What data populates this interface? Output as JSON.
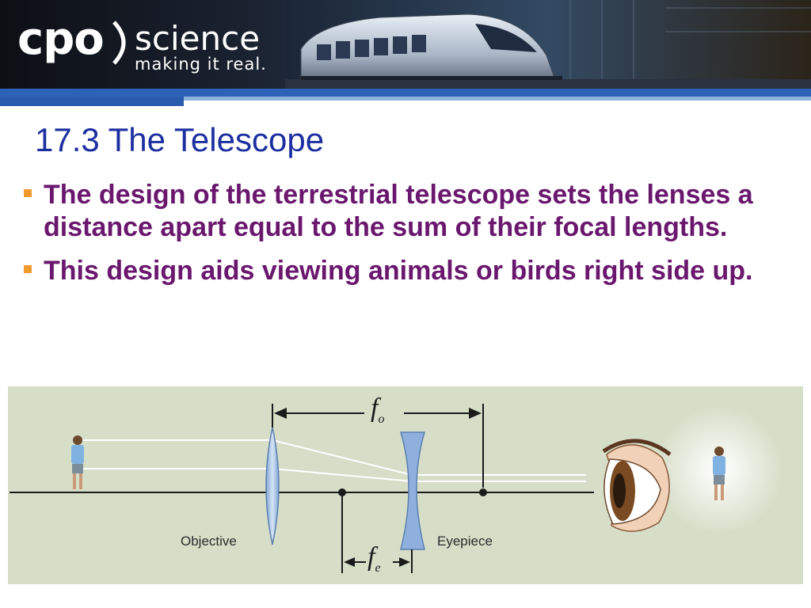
{
  "header": {
    "logo_primary": "cpo",
    "logo_secondary": "science",
    "tagline": "making it real."
  },
  "slide": {
    "title": "17.3 The Telescope",
    "bullets": [
      "The design of the terrestrial telescope sets the lenses a distance apart equal to the sum of their focal lengths.",
      "This design aids viewing animals or birds right side up."
    ]
  },
  "figure": {
    "objective_label": "Objective",
    "eyepiece_label": "Eyepiece",
    "fo_label": "f",
    "fo_sub": "o",
    "fe_label": "f",
    "fe_sub": "e"
  },
  "colors": {
    "title": "#1c2fa0",
    "bullet_text": "#6a176e",
    "bullet_marker": "#f09a2e",
    "header_band": "#2c63b8",
    "figure_bg": "#d7dec8"
  },
  "icons": [
    "train-image",
    "person-figure",
    "eye-image",
    "convex-lens",
    "concave-lens"
  ]
}
